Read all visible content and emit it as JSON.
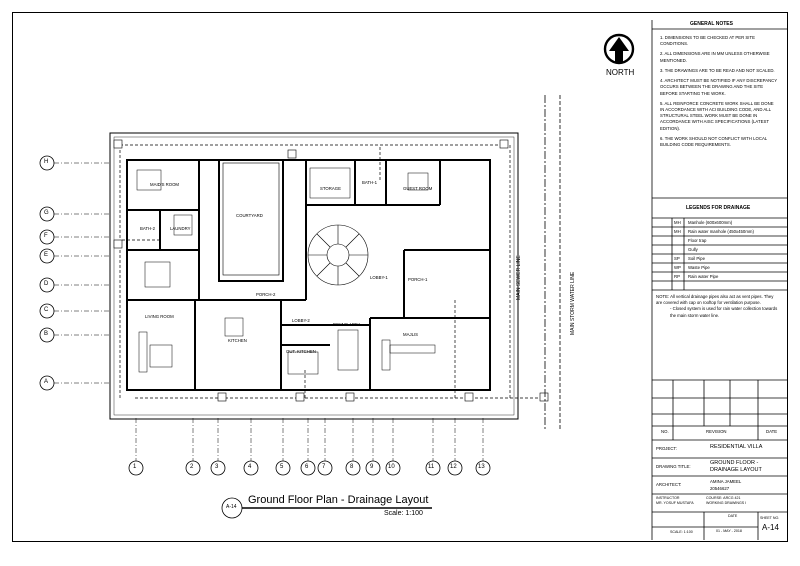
{
  "general_notes": {
    "title": "GENERAL NOTES",
    "items": [
      "1. DIMENSIONS TO BE CHECKED AT PER SITE CONDITIONS.",
      "2. ALL DIMENSIONS ARE IN MM UNLESS OTHERWISE MENTIONED.",
      "3. THE DRAWINGS ARE TO BE READ AND NOT SCALED.",
      "4. ARCHITECT MUST BE NOTIFIED IF ANY DISCREPANCY OCCURS BETWEEN THE DRAWING AND THE SITE BEFORE STARTING THE WORK.",
      "5. ALL REINFORCE CONCRETE WORK SHALL BE DONE IN ACCORDANCE WITH ACI BUILDING CODE, AND ALL STRUCTURAL STEEL WORK MUST BE DONE IN ACCORDANCE WITH AISC SPECIFICATIONS (LATEST EDITION).",
      "6. THE WORK SHOULD NOT CONFLICT WITH LOCAL BUILDING CODE REQUIREMENTS."
    ]
  },
  "north": {
    "label": "NORTH"
  },
  "legend": {
    "title": "LEGENDS FOR DRAINAGE",
    "items": [
      {
        "symbol": "MH",
        "text": "Manhole (600x600mm)"
      },
      {
        "symbol": "MH",
        "text": "Rain water manhole (450x450mm)"
      },
      {
        "symbol": "",
        "text": "Floor trap"
      },
      {
        "symbol": "",
        "text": "Gully"
      },
      {
        "symbol": "SP",
        "text": "Soil Pipe"
      },
      {
        "symbol": "WP",
        "text": "Waste Pipe"
      },
      {
        "symbol": "RP",
        "text": "Rain water Pipe"
      }
    ],
    "note": "NOTE: All vertical drainage pipes also act as vent pipes. They are covered with cap on rooftop for ventilation purpose.",
    "note_2": "- Closed system is used for rain water collection towards the main storm water line."
  },
  "revision": {
    "no_label": "NO.",
    "revision_label": "REVISION",
    "date_label": "DATE"
  },
  "title_block": {
    "project_label": "PROJECT:",
    "project_value": "RESIDENTIAL VILLA",
    "drawing_title_label": "DRAWING TITLE:",
    "drawing_title_value_1": "GROUND FLOOR -",
    "drawing_title_value_2": "DRAINAGE LAYOUT",
    "architect_label": "ARCHITECT:",
    "architect_name": "AMINA JAMEEL",
    "architect_id": "20546627",
    "instructor_label": "INSTRUCTOR",
    "instructor_value": "MR. YOSUF MUSTAFA",
    "course_label": "COURSE: ARCG 421",
    "course_value": "WORKING DRAWINGS I",
    "scale_label": "SCALE: 1:100",
    "date_label": "DATE",
    "date_value": "01 - MAY - 2018",
    "sheet_label": "SHEET NO.",
    "sheet_value": "A-14"
  },
  "drawing": {
    "title": "Ground Floor Plan - Drainage Layout",
    "scale": "Scale: 1:100",
    "sheet_tag": "A-14",
    "main_sewer_line": "MAIN SEWER LINE",
    "main_storm_water_line": "MAIN STORM WATER LINE",
    "rooms": {
      "maids_room": "MAID'S ROOM",
      "bath_2": "BATH-2",
      "laundry": "LAUNDRY",
      "courtyard": "COURTYARD",
      "storage": "STORAGE",
      "bath_1": "BATH-1",
      "guest_room": "GUEST ROOM",
      "porch_2": "PORCH-2",
      "lobby_1": "LOBBY-1",
      "porch_1": "PORCH-1",
      "living_room": "LIVING ROOM",
      "kitchen": "KITCHEN",
      "lobby_2": "LOBBY-2",
      "dining_area": "DINING AREA",
      "majlis": "MAJLIS",
      "out_kitchen": "OUT. KITCHEN"
    },
    "grid_rows": [
      "H",
      "G",
      "F",
      "E",
      "D",
      "C",
      "B",
      "A"
    ],
    "grid_cols": [
      "1",
      "2",
      "3",
      "4",
      "5",
      "6",
      "7",
      "8",
      "9",
      "10",
      "11",
      "12",
      "13"
    ]
  }
}
